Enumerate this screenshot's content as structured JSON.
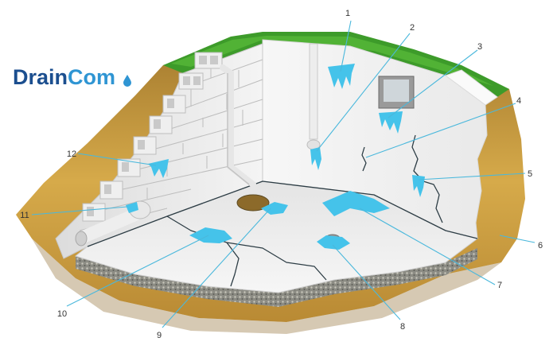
{
  "brand": {
    "name_part1": "Drain",
    "name_part2": "Com",
    "color_primary": "#1c4f8f",
    "color_accent": "#2f95d3"
  },
  "colors": {
    "water": "#45c3ea",
    "leader": "#4ab8dc",
    "grass": "#3d9b2a",
    "soil": "#c99a3c",
    "wall": "#f2f2f2",
    "floor": "#ececec"
  },
  "callouts": [
    {
      "number": "1"
    },
    {
      "number": "2"
    },
    {
      "number": "3"
    },
    {
      "number": "4"
    },
    {
      "number": "5"
    },
    {
      "number": "6"
    },
    {
      "number": "7"
    },
    {
      "number": "8"
    },
    {
      "number": "9"
    },
    {
      "number": "10"
    },
    {
      "number": "11"
    },
    {
      "number": "12"
    }
  ]
}
